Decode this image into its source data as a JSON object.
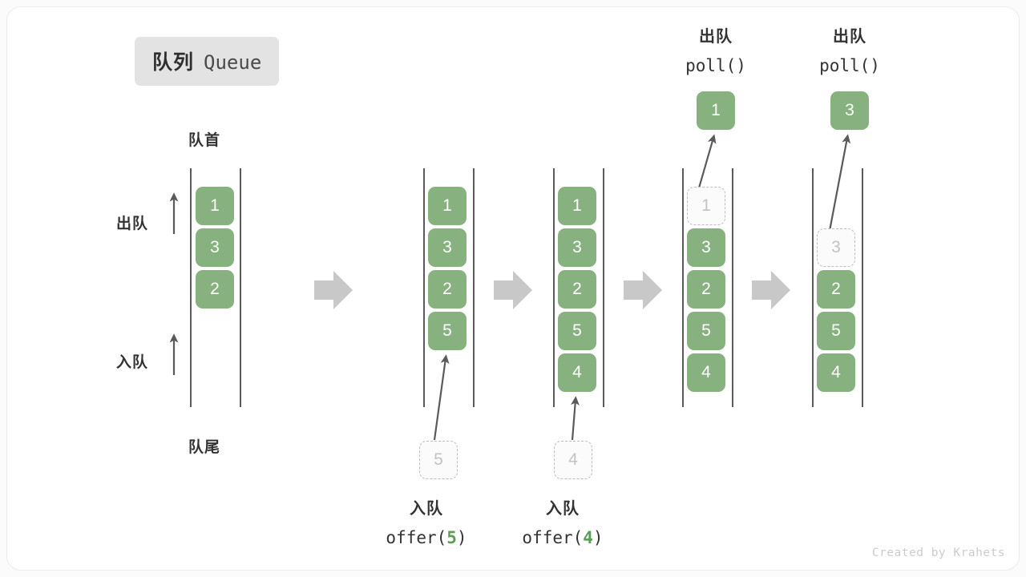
{
  "title": {
    "cn": "队列",
    "en": "Queue"
  },
  "labels": {
    "front": "队首",
    "rear": "队尾",
    "dequeue_side": "出队",
    "enqueue_side": "入队"
  },
  "attribution": "Created by Krahets",
  "colors": {
    "element": "#87b17f",
    "element_text": "#ffffff",
    "ghost_border": "#bdbdbd",
    "ghost_text": "#c3c3c3",
    "rail": "#5a5a5a",
    "flow_arrow": "#c8c8c8",
    "accent_number": "#5a9e54",
    "badge_bg": "#e3e3e3",
    "text": "#333333"
  },
  "columns": [
    {
      "name": "initial-state",
      "elements": [
        "1",
        "3",
        "2"
      ],
      "ghost": null,
      "caption": null
    },
    {
      "name": "after-offer-5",
      "elements": [
        "1",
        "3",
        "2",
        "5"
      ],
      "ghost": {
        "value": "5",
        "position": "below"
      },
      "caption": {
        "cn": "入队",
        "code_prefix": "offer(",
        "code_num": "5",
        "code_suffix": ")"
      }
    },
    {
      "name": "after-offer-4",
      "elements": [
        "1",
        "3",
        "2",
        "5",
        "4"
      ],
      "ghost": {
        "value": "4",
        "position": "below"
      },
      "caption": {
        "cn": "入队",
        "code_prefix": "offer(",
        "code_num": "4",
        "code_suffix": ")"
      }
    },
    {
      "name": "after-poll-1",
      "elements": [
        "3",
        "2",
        "5",
        "4"
      ],
      "ghost": {
        "value": "1",
        "position": "slot-1"
      },
      "popped": "1",
      "caption": {
        "cn": "出队",
        "code_prefix": "poll(",
        "code_num": "",
        "code_suffix": ")"
      }
    },
    {
      "name": "after-poll-3",
      "elements": [
        "2",
        "5",
        "4"
      ],
      "ghost": {
        "value": "3",
        "position": "slot-2"
      },
      "popped": "3",
      "caption": {
        "cn": "出队",
        "code_prefix": "poll(",
        "code_num": "",
        "code_suffix": ")"
      }
    }
  ],
  "flow_arrows": 4
}
